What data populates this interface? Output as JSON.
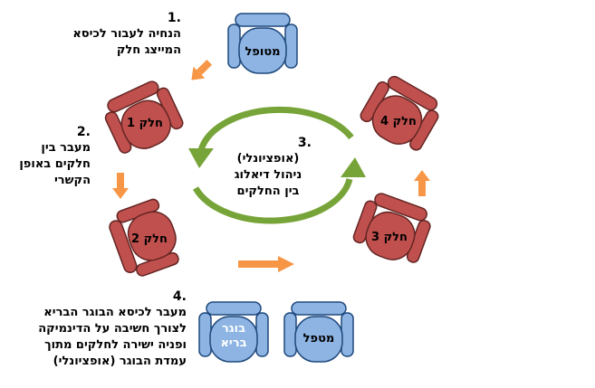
{
  "colors": {
    "therapist_chair": "#8db4e2",
    "therapist_stroke": "#1f497d",
    "part_chair": "#c0504d",
    "part_stroke": "#632523",
    "arrow_orange": "#f79646",
    "cycle_green": "#77a438"
  },
  "chairs": {
    "top_therapist": "מטופל",
    "part1": "חלק 1",
    "part2": "חלק 2",
    "part3": "חלק 3",
    "part4": "חלק 4",
    "bottom_therapist": "מטפל",
    "healthy_adult_line1": "בוגר",
    "healthy_adult_line2": "בריא"
  },
  "steps": {
    "step1": {
      "number": ".1",
      "lines": [
        "הנחיה לעבור לכיסא",
        "המייצג חלק"
      ]
    },
    "step2": {
      "number": ".2",
      "lines": [
        "מעבר בין",
        "חלקים באופן",
        "הקשרי"
      ]
    },
    "step3": {
      "number": ".3",
      "lines": [
        "(אופציונלי)",
        "ניהול דיאלוג",
        "בין החלקים"
      ]
    },
    "step4": {
      "number": ".4",
      "lines": [
        "מעבר לכיסא הבוגר הבריא",
        "לצורך חשיבה על הדינמיקה",
        "ופניה ישירה לחלקים מתוך",
        "עמדת הבוגר (אופציונלי)"
      ]
    }
  }
}
